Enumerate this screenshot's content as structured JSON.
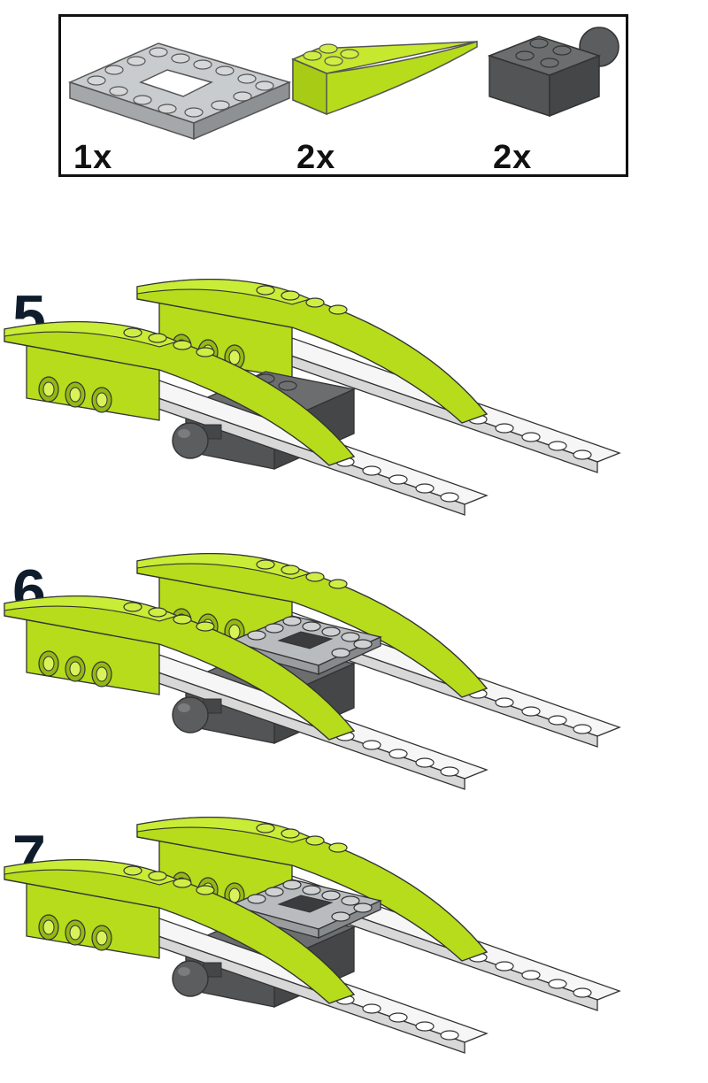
{
  "parts": [
    {
      "name": "plate-4x4-with-hole",
      "quantity": "1x",
      "color": "#b9bcbf"
    },
    {
      "name": "curved-slope-lime",
      "quantity": "2x",
      "color": "#b6dc1c"
    },
    {
      "name": "brick-2x2-with-ball",
      "quantity": "2x",
      "color": "#5b5d5f"
    }
  ],
  "steps": [
    {
      "number": "5"
    },
    {
      "number": "6"
    },
    {
      "number": "7"
    }
  ],
  "colors": {
    "lime": "#b6dc1c",
    "lime_dark": "#93b813",
    "light_gray": "#b9bcbf",
    "dark_gray": "#5b5d5f",
    "white_plate": "#ececec",
    "outline": "#333333"
  }
}
